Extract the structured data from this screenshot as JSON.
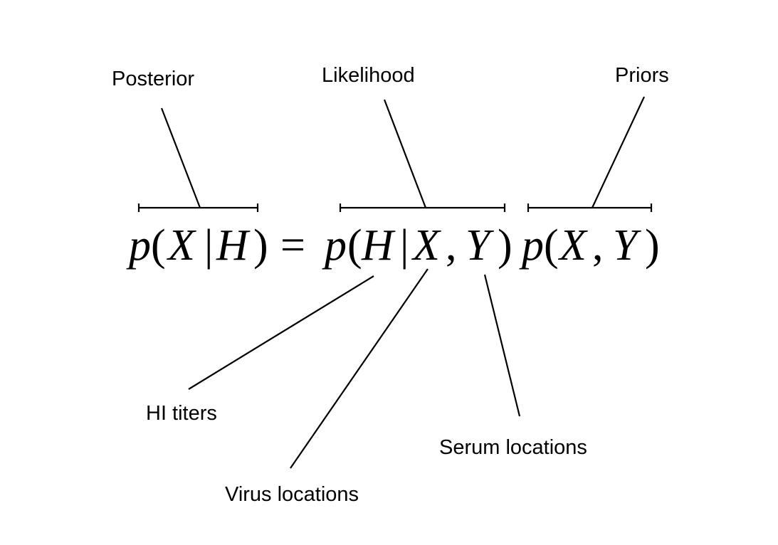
{
  "labels": {
    "posterior": "Posterior",
    "likelihood": "Likelihood",
    "priors": "Priors",
    "hi_titers": "HI titers",
    "virus_locations": "Virus locations",
    "serum_locations": "Serum locations"
  },
  "equation": {
    "p1": "p",
    "lparen1": "(",
    "X1": "X",
    "bar1": "|",
    "H1": "H",
    "rparen1": ")",
    "equals": "=",
    "p2": "p",
    "lparen2": "(",
    "H2": "H",
    "bar2": "|",
    "X2": "X",
    "comma2": ",",
    "Y2": "Y",
    "rparen2": ")",
    "p3": "p",
    "lparen3": "(",
    "X3": "X",
    "comma3": ",",
    "Y3": "Y",
    "rparen3": ")"
  },
  "colors": {
    "ink": "#000000",
    "background": "#ffffff"
  }
}
